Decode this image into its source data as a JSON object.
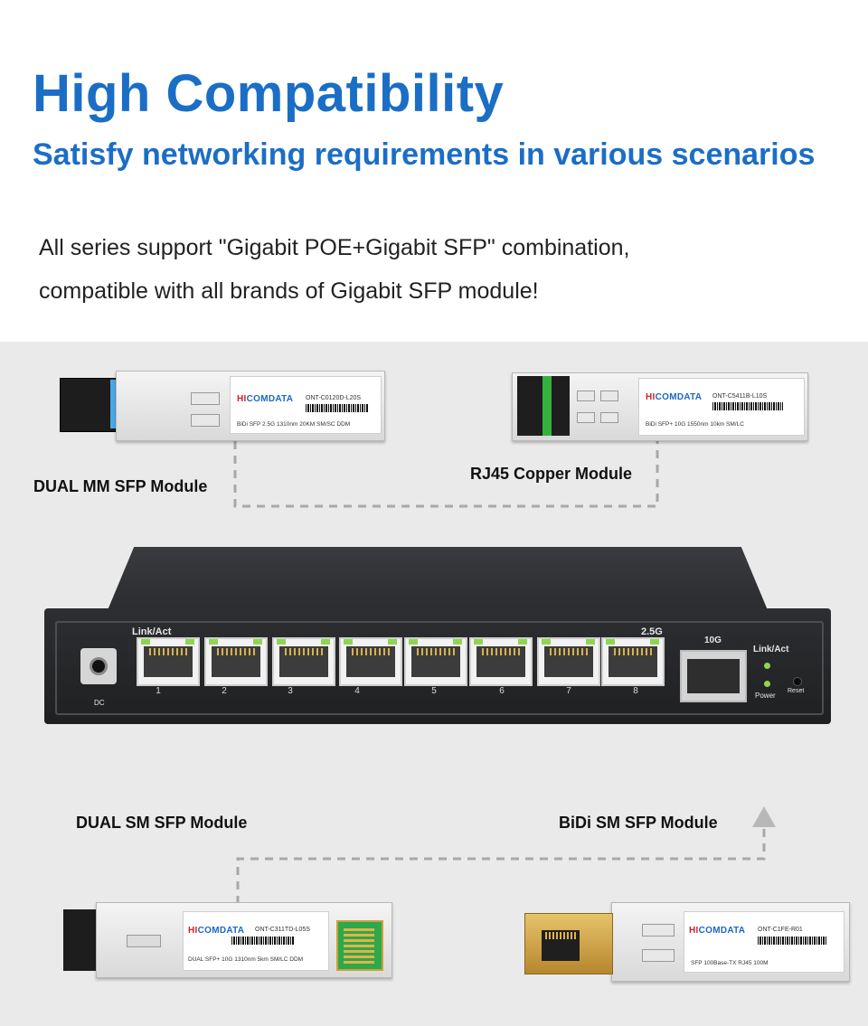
{
  "header": {
    "title": "High Compatibility",
    "subtitle": "Satisfy networking requirements in various scenarios"
  },
  "description": {
    "line1": "All series support \"Gigabit POE+Gigabit SFP\" combination,",
    "line2": "compatible with all brands of Gigabit SFP module!"
  },
  "modules": {
    "top_left": {
      "caption": "DUAL MM SFP Module",
      "brand_hi": "HI",
      "brand_rest": "COMDATA",
      "part": "ONT-C0120D-L20S",
      "spec": "BiDi SFP 2.5G 1310nm 20KM SM/SC DDM"
    },
    "top_right": {
      "caption": "RJ45 Copper Module",
      "brand_hi": "HI",
      "brand_rest": "COMDATA",
      "part": "ONT-C5411B-L10S",
      "spec": "BiDi SFP+ 10G 1550nm 10km SM/LC"
    },
    "bottom_left": {
      "caption": "DUAL SM SFP Module",
      "brand_hi": "HI",
      "brand_rest": "COMDATA",
      "part": "ONT-C311TD-L05S",
      "spec": "DUAL SFP+ 10G 1310nm 5km SM/LC DDM"
    },
    "bottom_right": {
      "caption": "BiDi SM SFP Module",
      "brand_hi": "HI",
      "brand_rest": "COMDATA",
      "part": "ONT-C1FE-R01",
      "spec": "SFP 100Base-TX RJ45 100M"
    }
  },
  "switch": {
    "link_act_left": "Link/Act",
    "speed": "2.5G",
    "sfp_speed": "10G",
    "link_act_right": "Link/Act",
    "power": "Power",
    "reset": "Reset",
    "dc": "DC",
    "ports": [
      "1",
      "2",
      "3",
      "4",
      "5",
      "6",
      "7",
      "8"
    ]
  },
  "colors": {
    "title_blue": "#1b6ec5",
    "brand_red": "#d21f26",
    "led_green": "#8fd64f"
  }
}
